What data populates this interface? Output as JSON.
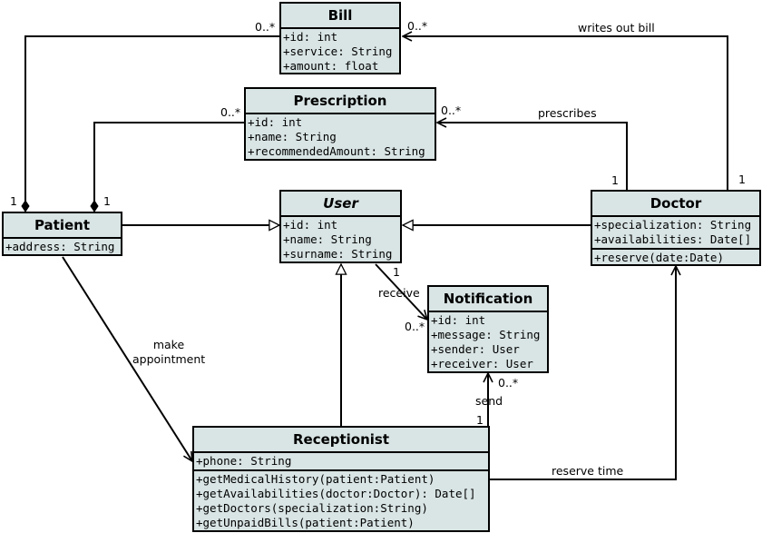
{
  "classes": {
    "bill": {
      "name": "Bill",
      "attributes": [
        "+id: int",
        "+service: String",
        "+amount: float"
      ]
    },
    "prescription": {
      "name": "Prescription",
      "attributes": [
        "+id: int",
        "+name: String",
        "+recommendedAmount: String"
      ]
    },
    "user": {
      "name": "User",
      "abstract": true,
      "attributes": [
        "+id: int",
        "+name: String",
        "+surname: String"
      ]
    },
    "patient": {
      "name": "Patient",
      "attributes": [
        "+address: String"
      ]
    },
    "doctor": {
      "name": "Doctor",
      "attributes": [
        "+specialization: String",
        "+availabilities: Date[]"
      ],
      "operations": [
        "+reserve(date:Date)"
      ]
    },
    "notification": {
      "name": "Notification",
      "attributes": [
        "+id: int",
        "+message: String",
        "+sender: User",
        "+receiver: User"
      ]
    },
    "receptionist": {
      "name": "Receptionist",
      "attributes": [
        "+phone: String"
      ],
      "operations": [
        "+getMedicalHistory(patient:Patient)",
        "+getAvailabilities(doctor:Doctor): Date[]",
        "+getDoctors(specialization:String)",
        "+getUnpaidBills(patient:Patient)"
      ]
    }
  },
  "labels": {
    "writes_out_bill": "writes out bill",
    "prescribes": "prescribes",
    "receive": "receive",
    "make_appointment_1": "make",
    "make_appointment_2": "appointment",
    "send": "send",
    "reserve_time": "reserve time"
  },
  "multiplicities": {
    "bill_left": "0..*",
    "bill_right": "0..*",
    "prescription_left": "0..*",
    "prescription_right": "0..*",
    "patient_bill": "1",
    "patient_prescription": "1",
    "doctor_prescribes": "1",
    "doctor_bill": "1",
    "user_receive": "1",
    "notification_receive": "0..*",
    "notification_send": "0..*",
    "receptionist_send": "1"
  },
  "colors": {
    "class_fill": "#d9e4e4",
    "line": "#000000"
  }
}
